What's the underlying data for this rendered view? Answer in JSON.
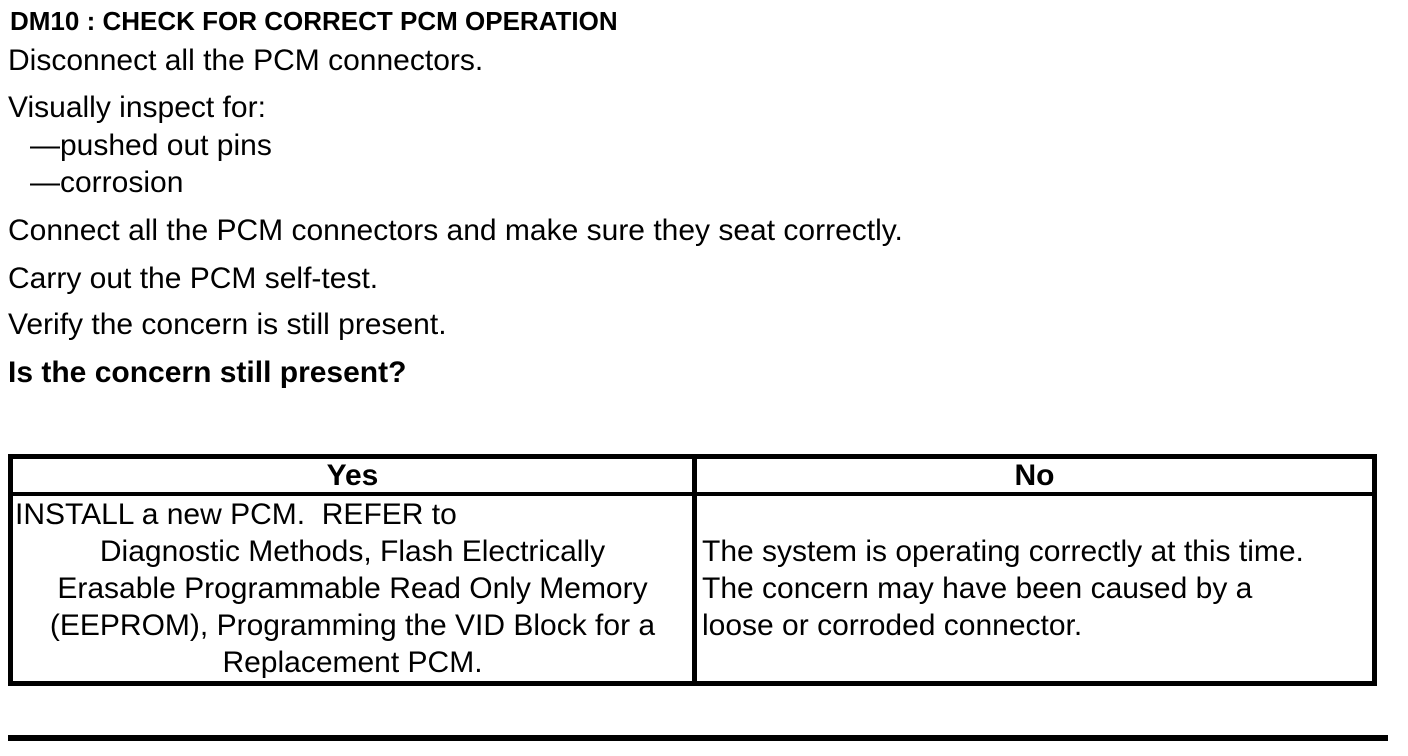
{
  "page": {
    "title": "DM10 : CHECK FOR CORRECT PCM OPERATION",
    "steps": [
      "Disconnect all the PCM connectors.",
      "Visually inspect for:",
      "—pushed out pins",
      "—corrosion",
      "Connect all the PCM connectors and make sure they seat correctly.",
      "Carry out the PCM self-test.",
      "Verify the concern is still present."
    ],
    "question": "Is the concern still present?",
    "colors": {
      "text": "#000000",
      "background": "#ffffff",
      "table_border": "#000000"
    }
  },
  "decision_table": {
    "headers": [
      "Yes",
      "No"
    ],
    "yes_lines": [
      "INSTALL a new PCM.  REFER to",
      "Diagnostic Methods, Flash Electrically",
      "Erasable Programmable Read Only Memory",
      "(EEPROM), Programming the VID Block for a",
      "Replacement PCM."
    ],
    "no_lines": [
      "The system is operating correctly at this time.",
      "The concern may have been caused by a",
      "loose or corroded connector."
    ]
  }
}
